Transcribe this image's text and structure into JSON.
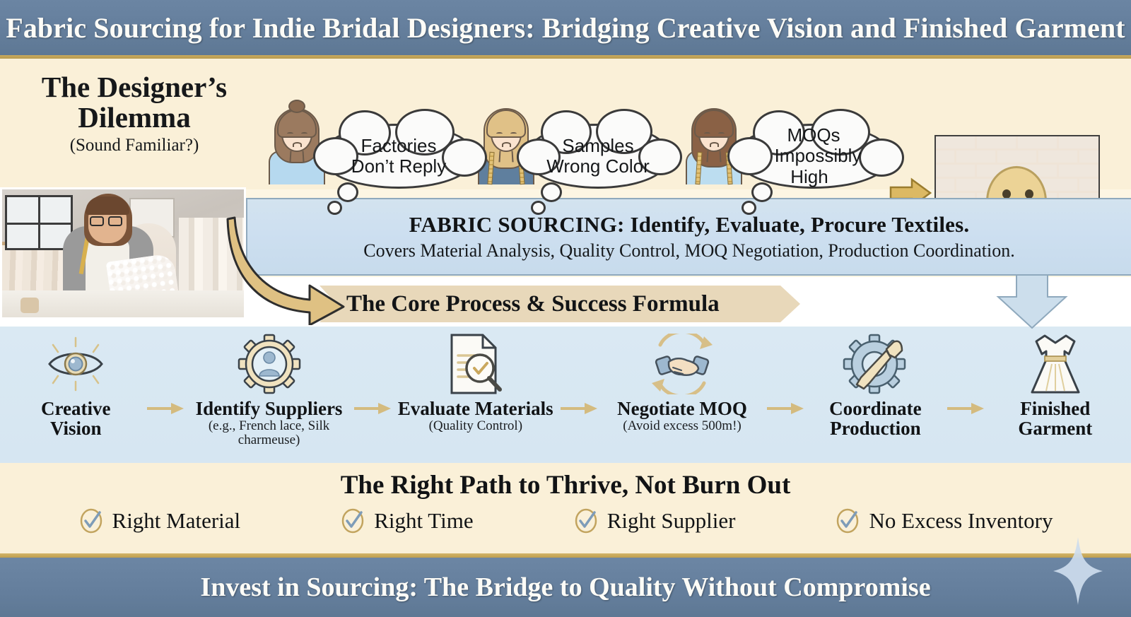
{
  "header": {
    "title": "Fabric Sourcing for Indie Bridal Designers: Bridging Creative Vision and Finished Garment"
  },
  "dilemma": {
    "title_line1": "The Designer’s",
    "title_line2": "Dilemma",
    "subtitle": "(Sound Familiar?)",
    "bubbles": [
      {
        "text": "Factories Don’t Reply",
        "line1": "Factories",
        "line2": "Don’t Reply"
      },
      {
        "text": "Samples Wrong Color",
        "line1": "Samples",
        "line2": "Wrong Color"
      },
      {
        "text": "MOQs Impossibly High",
        "line1": "MOQs",
        "line2": "Impossibly High"
      }
    ],
    "outcome_icon": "brick-wall-with-sad-face",
    "arrow_icon": "gold-right-arrow"
  },
  "photo": {
    "alt": "bridal designer examining lace fabric in atelier"
  },
  "definition": {
    "line1": "FABRIC SOURCING: Identify, Evaluate, Procure Textiles.",
    "line2": "Covers Material Analysis, Quality Control, MOQ Negotiation, Production Coordination."
  },
  "banner": {
    "label": "The Core Process & Success Formula"
  },
  "process": {
    "steps": [
      {
        "icon": "eye-icon",
        "label": "Creative\nVision",
        "label_l1": "Creative",
        "label_l2": "Vision",
        "sub": ""
      },
      {
        "icon": "gear-person-icon",
        "label": "Identify Suppliers",
        "label_l1": "Identify Suppliers",
        "label_l2": "",
        "sub": "(e.g., French lace, Silk charmeuse)"
      },
      {
        "icon": "document-search-icon",
        "label": "Evaluate Materials",
        "label_l1": "Evaluate Materials",
        "label_l2": "",
        "sub": "(Quality Control)"
      },
      {
        "icon": "handshake-icon",
        "label": "Negotiate MOQ",
        "label_l1": "Negotiate MOQ",
        "label_l2": "",
        "sub": "(Avoid excess 500m!)"
      },
      {
        "icon": "gear-wrench-icon",
        "label": "Coordinate Production",
        "label_l1": "Coordinate",
        "label_l2": "Production",
        "sub": ""
      },
      {
        "icon": "dress-icon",
        "label": "Finished Garment",
        "label_l1": "Finished",
        "label_l2": "Garment",
        "sub": ""
      }
    ],
    "arrow_icon": "right-arrow-icon"
  },
  "checklist": {
    "title": "The Right Path to Thrive, Not Burn Out",
    "items": [
      {
        "label": "Right Material"
      },
      {
        "label": "Right Time"
      },
      {
        "label": "Right Supplier"
      },
      {
        "label": "No Excess Inventory"
      }
    ],
    "check_icon": "check-circle-icon"
  },
  "footer": {
    "title": "Invest in Sourcing: The Bridge to Quality Without Compromise",
    "sparkle_icon": "sparkle-diamond-icon"
  },
  "colors": {
    "header_blue": "#647e9c",
    "cream": "#faf0d8",
    "band_blue": "#cddff0",
    "process_blue": "#d8e8f2",
    "gold": "#c9a451",
    "banner_tan": "#e6d5b4",
    "brick_red": "#c0563c",
    "check_blue": "#7e9cb8"
  }
}
